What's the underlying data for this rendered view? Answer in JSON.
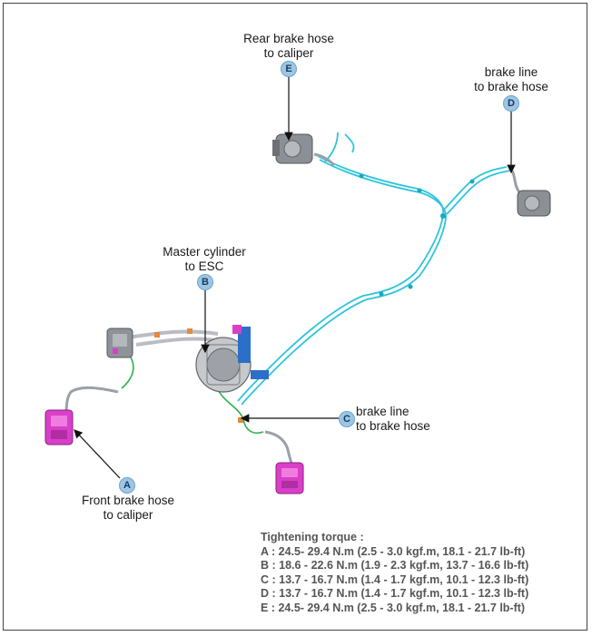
{
  "callouts": {
    "E": {
      "letter": "E",
      "line1": "Rear brake hose",
      "line2": "to caliper"
    },
    "D": {
      "letter": "D",
      "line1": "brake line",
      "line2": "to brake hose"
    },
    "B": {
      "letter": "B",
      "line1": "Master cylinder",
      "line2": "to ESC"
    },
    "C": {
      "letter": "C",
      "line1": "brake line",
      "line2": "to brake hose"
    },
    "A": {
      "letter": "A",
      "line1": "Front brake hose",
      "line2": "to caliper"
    }
  },
  "torque": {
    "title": "Tightening torque :",
    "rows": [
      "A : 24.5- 29.4 N.m (2.5 - 3.0 kgf.m, 18.1 - 21.7 lb-ft)",
      "B : 18.6 - 22.6 N.m (1.9 - 2.3 kgf.m, 13.7 - 16.6 lb-ft)",
      "C : 13.7 - 16.7 N.m (1.4 - 1.7 kgf.m, 10.1 - 12.3 lb-ft)",
      "D : 13.7 - 16.7 N.m (1.4 - 1.7 kgf.m, 10.1 - 12.3 lb-ft)",
      "E : 24.5- 29.4 N.m (2.5 - 3.0 kgf.m, 18.1 - 21.7 lb-ft)"
    ]
  },
  "colors": {
    "brake_line": "#2ec4dc",
    "hose": "#2bb24a",
    "caliper": "#d93fc8",
    "badge": "#9cc6e6"
  }
}
